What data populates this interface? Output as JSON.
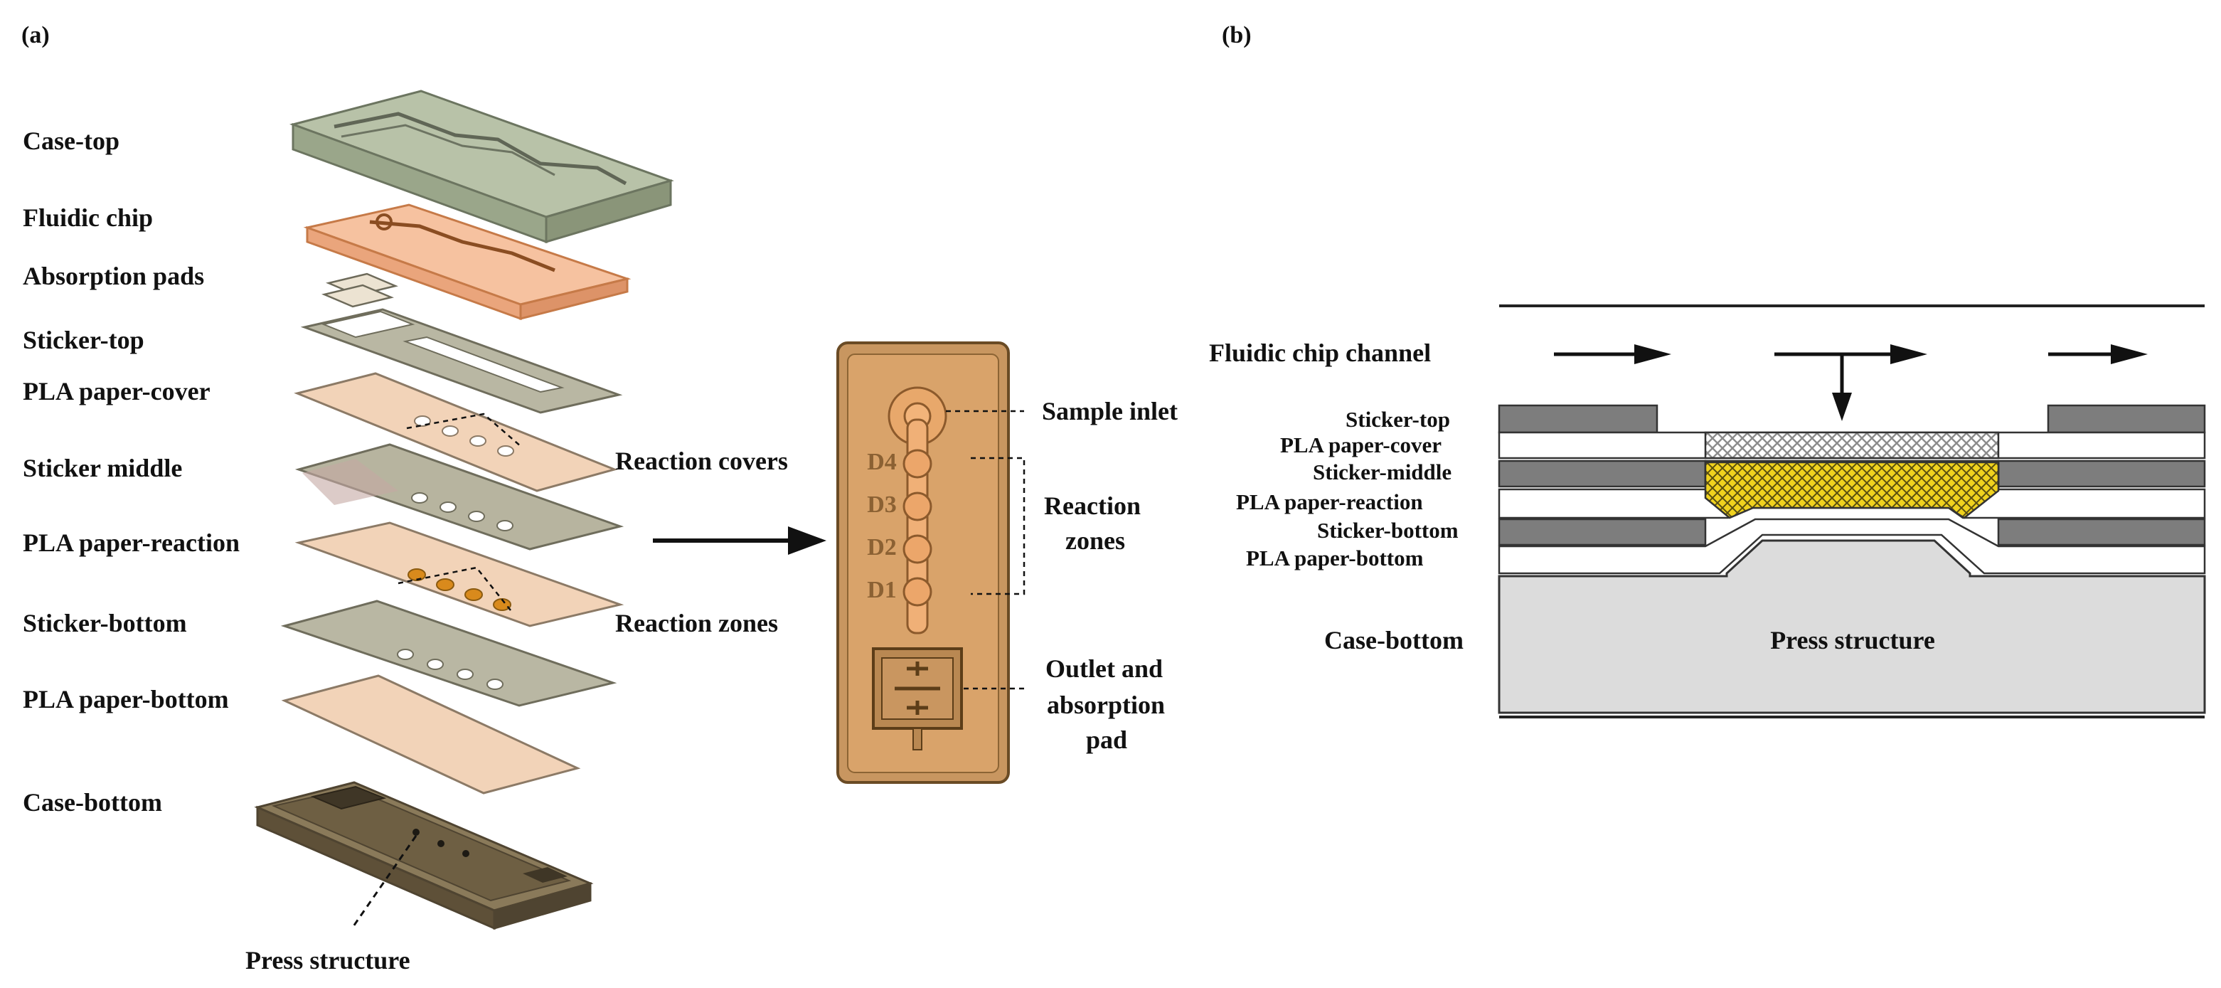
{
  "panel_a": {
    "panel_label": "(a)",
    "layers": [
      {
        "label": "Case-top"
      },
      {
        "label": "Fluidic chip"
      },
      {
        "label": "Absorption pads"
      },
      {
        "label": "Sticker-top"
      },
      {
        "label": "PLA paper-cover"
      },
      {
        "label": "Sticker middle"
      },
      {
        "label": "PLA paper-reaction"
      },
      {
        "label": "Sticker-bottom"
      },
      {
        "label": "PLA paper-bottom"
      },
      {
        "label": "Case-bottom"
      }
    ],
    "callouts": {
      "reaction_covers": "Reaction covers",
      "reaction_zones": "Reaction zones",
      "press_structure": "Press structure"
    },
    "device": {
      "zone_labels": [
        "D4",
        "D3",
        "D2",
        "D1"
      ],
      "sample_inlet": "Sample inlet",
      "reaction_zones_line1": "Reaction",
      "reaction_zones_line2": "zones",
      "outlet_line1": "Outlet and",
      "outlet_line2": "absorption",
      "outlet_line3": "pad"
    },
    "colors": {
      "case_top": "#a9b59a",
      "fluidic_chip": "#f4b48e",
      "sticker": "#b9b7a3",
      "pla_paper": "#f2d3b8",
      "reaction_dot": "#d98a1c",
      "case_bottom": "#7b6a4b",
      "device_body": "#d9a36a"
    }
  },
  "panel_b": {
    "panel_label": "(b)",
    "layer_labels": [
      "Fluidic chip channel",
      "Sticker-top",
      "PLA paper-cover",
      "Sticker-middle",
      "PLA paper-reaction",
      "Sticker-bottom",
      "PLA paper-bottom",
      "Case-bottom"
    ],
    "press_structure": "Press structure",
    "colors": {
      "sticker": "#7d7d7d",
      "paper": "#ffffff",
      "cover_hatch": "#bbbbbb",
      "reaction": "#f0d21e",
      "case": "#dcdcdc"
    }
  }
}
